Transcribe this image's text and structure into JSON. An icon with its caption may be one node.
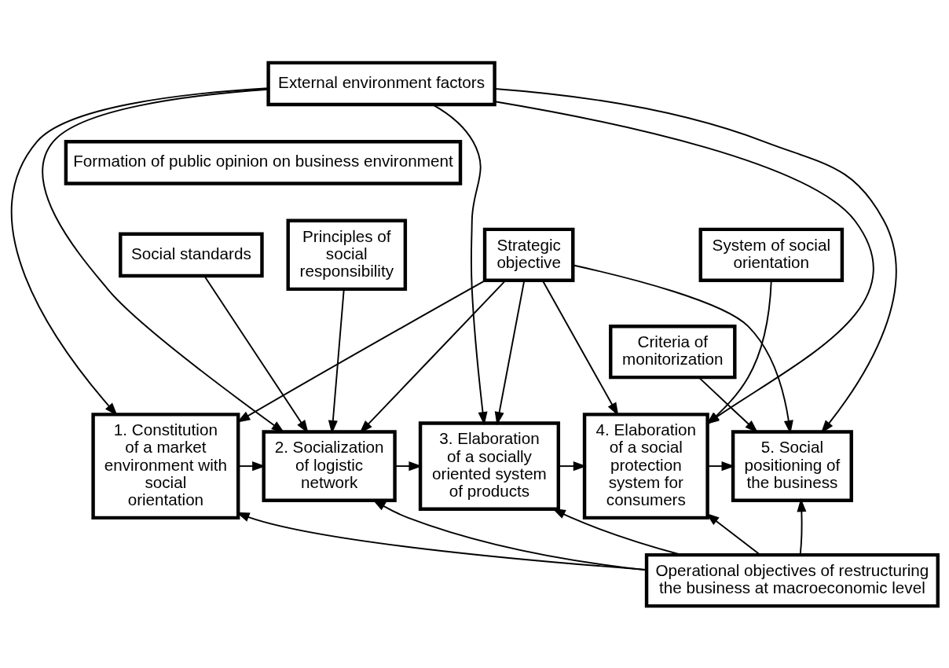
{
  "diagram": {
    "nodes": [
      {
        "text": [
          "External environment factors"
        ]
      },
      {
        "text": [
          "Formation of public opinion on business environment"
        ]
      },
      {
        "text": [
          "Social standards"
        ]
      },
      {
        "text": [
          "Principles of social responsibility"
        ]
      },
      {
        "text": [
          "System of social orientation"
        ]
      },
      {
        "text": [
          "Strategic objective"
        ]
      },
      {
        "text": [
          "Criteria of monitorization"
        ]
      },
      {
        "text": [
          "1. Constitution of a market environment with social orientation"
        ]
      },
      {
        "text": [
          "2. Socialization of logistic network"
        ]
      },
      {
        "text": [
          "3. Elaboration of a socially oriented system of products"
        ]
      },
      {
        "text": [
          "4. Elaboration of a social protection system for consumers"
        ]
      },
      {
        "text": [
          "5. Social positioning of the business"
        ]
      },
      {
        "text": [
          "Operational objectives of restructuring the business at macroeconomic level"
        ]
      }
    ],
    "edges": [
      {
        "from": 0,
        "to": 7,
        "arrow": "to"
      },
      {
        "from": 0,
        "to": 8,
        "arrow": "to"
      },
      {
        "from": 0,
        "to": 9,
        "arrow": "to"
      },
      {
        "from": 0,
        "to": 10,
        "arrow": "to"
      },
      {
        "from": 0,
        "to": 11,
        "arrow": "to"
      },
      {
        "from": 5,
        "to": 7,
        "arrow": "to"
      },
      {
        "from": 5,
        "to": 8,
        "arrow": "to"
      },
      {
        "from": 5,
        "to": 9,
        "arrow": "to"
      },
      {
        "from": 5,
        "to": 10,
        "arrow": "to"
      },
      {
        "from": 5,
        "to": 11,
        "arrow": "to"
      },
      {
        "from": 7,
        "to": 8,
        "arrow": "to"
      },
      {
        "from": 8,
        "to": 9,
        "arrow": "to"
      },
      {
        "from": 9,
        "to": 10,
        "arrow": "to"
      },
      {
        "from": 10,
        "to": 11,
        "arrow": "to"
      },
      {
        "from": 2,
        "to": 8,
        "arrow": "to"
      },
      {
        "from": 3,
        "to": 8,
        "arrow": "to"
      },
      {
        "from": 4,
        "to": 10,
        "arrow": "to"
      },
      {
        "from": 6,
        "to": 11,
        "arrow": "to"
      },
      {
        "from": 12,
        "to": 7,
        "arrow": "to"
      },
      {
        "from": 12,
        "to": 8,
        "arrow": "to"
      },
      {
        "from": 12,
        "to": 9,
        "arrow": "to"
      },
      {
        "from": 12,
        "to": 10,
        "arrow": "to"
      },
      {
        "from": 12,
        "to": 11,
        "arrow": "to"
      }
    ]
  }
}
